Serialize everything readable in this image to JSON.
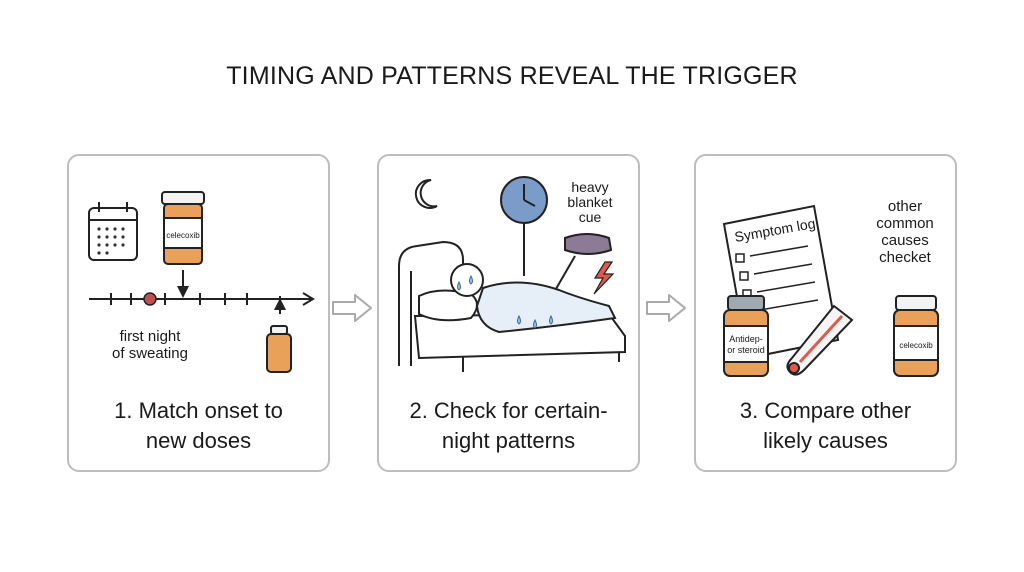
{
  "title": "TIMING AND PATTERNS REVEAL THE TRIGGER",
  "panels": [
    {
      "caption_lines": [
        "1. Match onset to",
        "new doses"
      ],
      "pill_label": "celecoxib",
      "note_lines": [
        "first night",
        "of sweating"
      ]
    },
    {
      "caption_lines": [
        "2. Check for certain-",
        "night patterns"
      ],
      "note_lines": [
        "heavy",
        "blanket",
        "cue"
      ]
    },
    {
      "caption_lines": [
        "3. Compare other",
        "likely causes"
      ],
      "log_title": "Symptom log",
      "bottle1_lines": [
        "Antidep-",
        "or steroid"
      ],
      "bottle2_label": "celecoxib",
      "note_lines": [
        "other",
        "common",
        "causes",
        "checket"
      ]
    }
  ],
  "colors": {
    "bottle_orange": "#e9a15a",
    "clock_blue": "#7b9cc8",
    "blanket_purple": "#8d7b96",
    "red_marker": "#c0504d"
  }
}
